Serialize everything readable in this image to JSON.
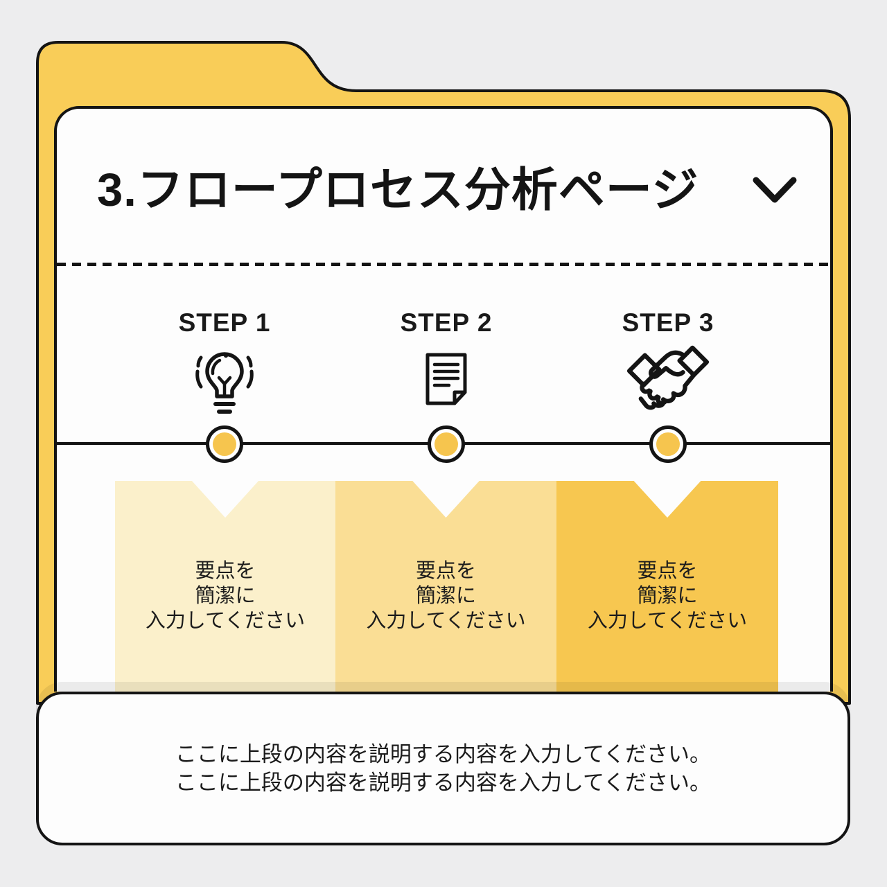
{
  "colors": {
    "background": "#EDEDEE",
    "folder_yellow": "#F9CD58",
    "ink": "#141414",
    "card_white": "#FDFDFD",
    "dot_yellow": "#F6C54E"
  },
  "header": {
    "title": "3.フロープロセス分析ページ",
    "chevron_icon": "chevron-down"
  },
  "steps": [
    {
      "label": "STEP 1",
      "icon": "lightbulb-icon",
      "panel_color": "#FBF0CB",
      "note_lines": [
        "要点を",
        "簡潔に",
        "入力してください"
      ]
    },
    {
      "label": "STEP 2",
      "icon": "document-icon",
      "panel_color": "#FADE95",
      "note_lines": [
        "要点を",
        "簡潔に",
        "入力してください"
      ]
    },
    {
      "label": "STEP 3",
      "icon": "handshake-icon",
      "panel_color": "#F7C750",
      "note_lines": [
        "要点を",
        "簡潔に",
        "入力してください"
      ]
    }
  ],
  "footer": {
    "lines": [
      "ここに上段の内容を説明する内容を入力してください。",
      "ここに上段の内容を説明する内容を入力してください。"
    ]
  }
}
